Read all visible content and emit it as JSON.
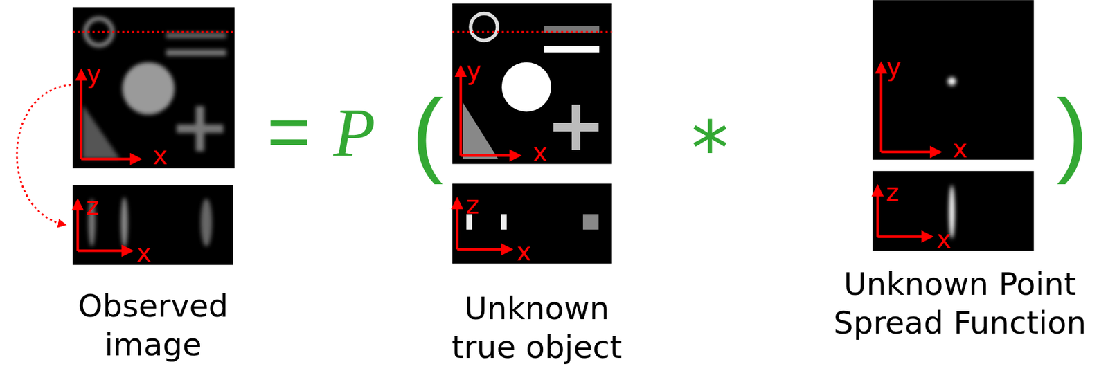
{
  "diagram": {
    "labels": [
      "y",
      "x",
      "z",
      "x",
      "=",
      "P",
      "(",
      "y",
      "x",
      "z",
      "x",
      "*",
      "y",
      "x",
      "z",
      "x",
      ")",
      "Observed image",
      "Unknown true object",
      "Unknown Point Spread Function"
    ]
  }
}
